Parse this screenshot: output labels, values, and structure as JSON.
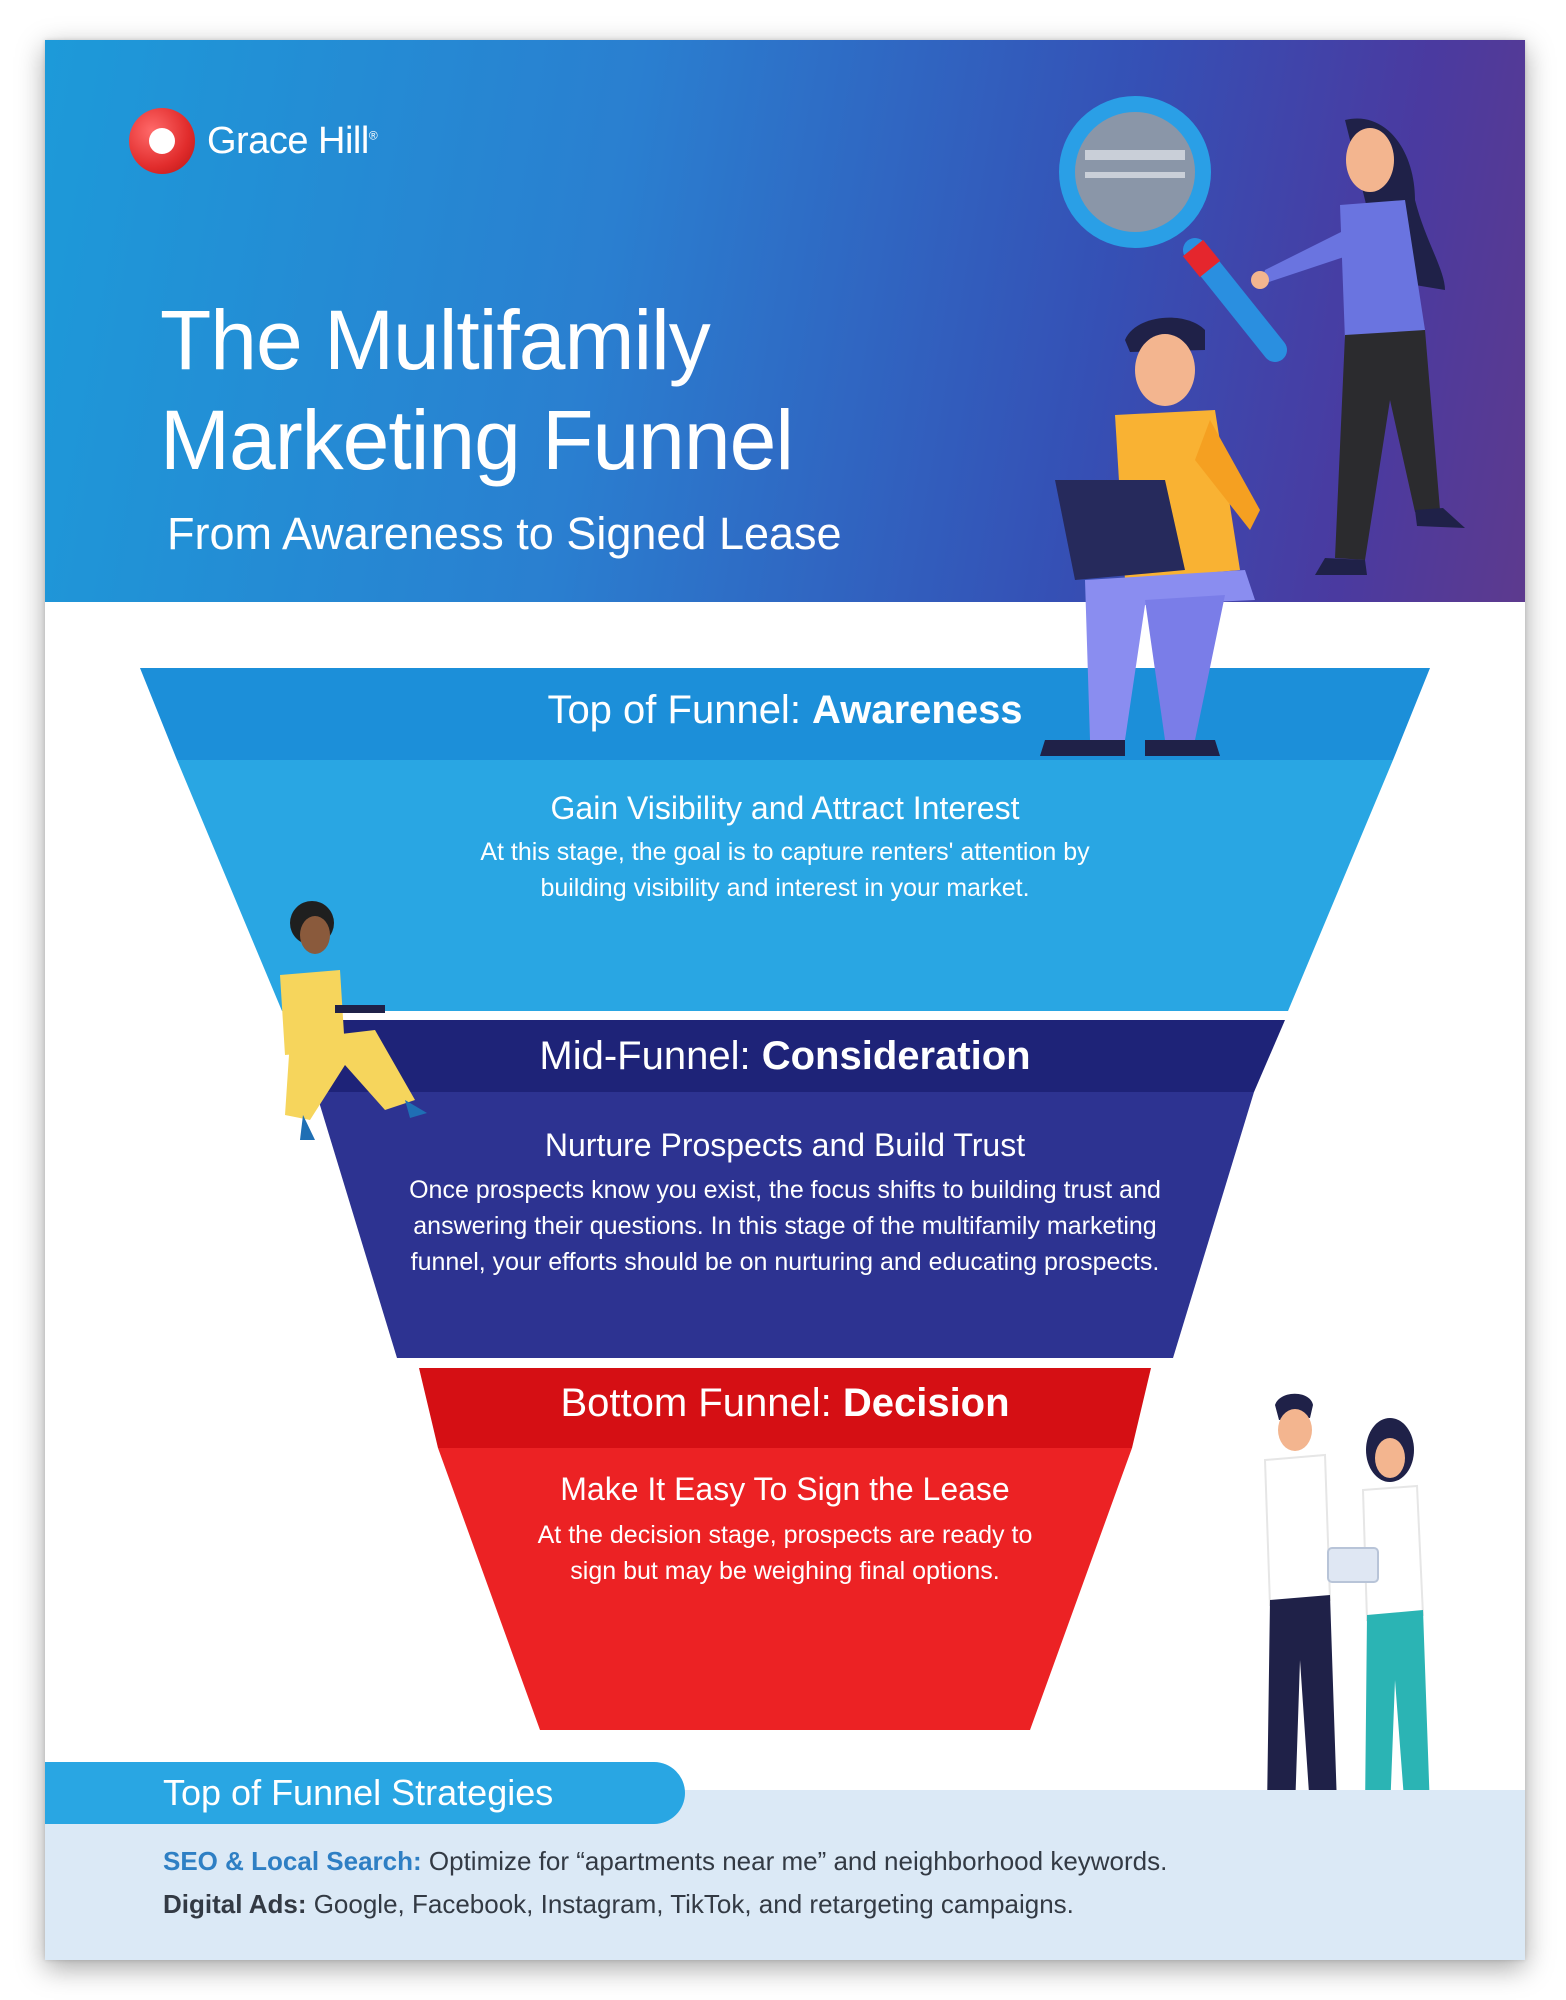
{
  "brand": {
    "name": "Grace Hill",
    "registered_mark": "®"
  },
  "header": {
    "title_line1": "The Multifamily",
    "title_line2": "Marketing Funnel",
    "subtitle": "From Awareness to Signed Lease"
  },
  "stages": [
    {
      "label_prefix": "Top of Funnel: ",
      "label_strong": "Awareness",
      "subtitle": "Gain Visibility and Attract Interest",
      "body": "At this stage, the goal is to capture renters' attention by building visibility and interest in your market."
    },
    {
      "label_prefix": "Mid-Funnel: ",
      "label_strong": "Consideration",
      "subtitle": "Nurture Prospects and Build Trust",
      "body": "Once prospects know you exist, the focus shifts to building trust and answering their questions. In this stage of the multifamily marketing funnel, your efforts should be on nurturing and educating prospects."
    },
    {
      "label_prefix": "Bottom Funnel: ",
      "label_strong": "Decision",
      "subtitle": "Make It Easy To Sign the Lease",
      "body": "At the decision stage, prospects are ready to sign but may be weighing final options."
    }
  ],
  "strategies": {
    "heading": "Top of Funnel Strategies",
    "items": [
      {
        "label": "SEO & Local Search:",
        "text": " Optimize for “apartments near me” and neighborhood keywords."
      },
      {
        "label": "Digital Ads:",
        "text": " Google, Facebook, Instagram, TikTok, and retargeting campaigns."
      }
    ]
  },
  "colors": {
    "awareness_header": "#1c8fd9",
    "awareness_body": "#29a6e3",
    "consideration_header": "#1e2378",
    "consideration_body": "#2d3391",
    "decision_header": "#d50f14",
    "decision_body": "#ec2224",
    "strategies_tab": "#29a6e3",
    "strategies_band": "#dbe9f6"
  },
  "illustrations": [
    "magnifying-glass-illustration",
    "woman-standing-illustration",
    "man-with-laptop-illustration",
    "woman-sitting-with-tablet-illustration",
    "couple-with-tablet-illustration"
  ]
}
